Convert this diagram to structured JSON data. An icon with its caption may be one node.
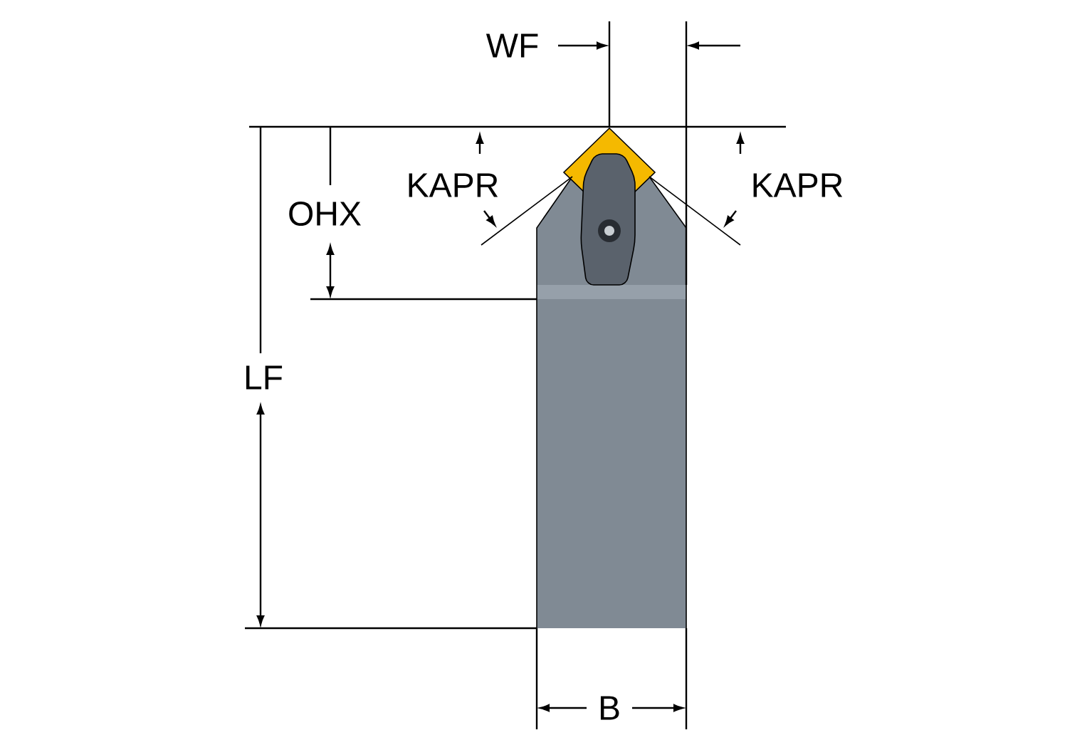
{
  "diagram": {
    "labels": [
      "WF",
      "OHX",
      "KAPR",
      "KAPR",
      "LF",
      "B"
    ]
  }
}
